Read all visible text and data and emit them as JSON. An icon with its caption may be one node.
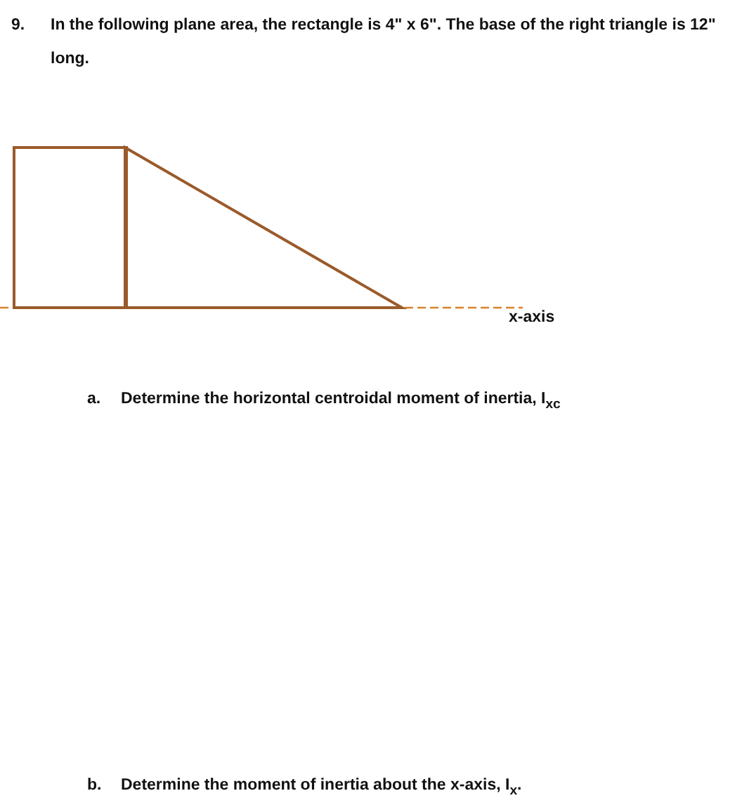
{
  "diagram": {
    "nodes": [
      {
        "text": [],
        "shape": "box"
      },
      {
        "text": [],
        "shape": "triangle"
      }
    ],
    "labels": [
      "9.",
      "In the following plane area, the rectangle is 4\" x 6\". The base of the right triangle is 12\" long.",
      "x-axis",
      "a.",
      "Determine the horizontal centroidal moment of inertia, I$_{xc}$",
      "b.",
      "Determine the moment of inertia about the x-axis, I$_{x}$."
    ]
  }
}
